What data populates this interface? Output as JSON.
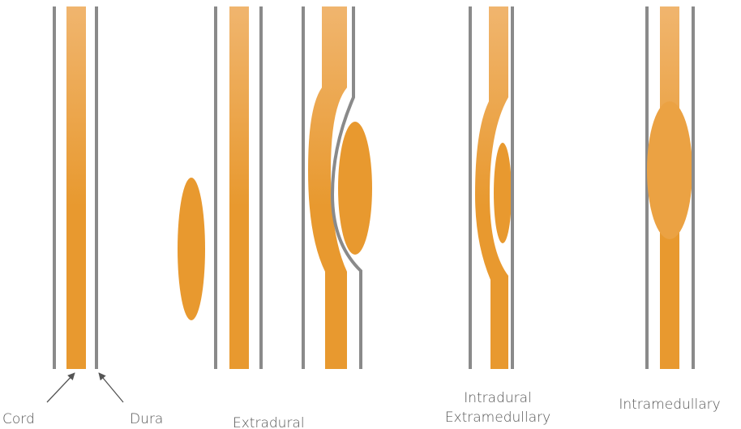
{
  "labels": {
    "cord": "Cord",
    "dura": "Dura",
    "extradural": "Extradural",
    "intradural_line1": "Intradural",
    "intradural_line2": "Extramedullary",
    "intramedullary": "Intramedullary"
  },
  "colors": {
    "cord_top": "#F0B56E",
    "cord_bottom": "#E8992F",
    "dura": "#8A8A8A",
    "label_text": "#555555",
    "arrow": "#555555"
  }
}
